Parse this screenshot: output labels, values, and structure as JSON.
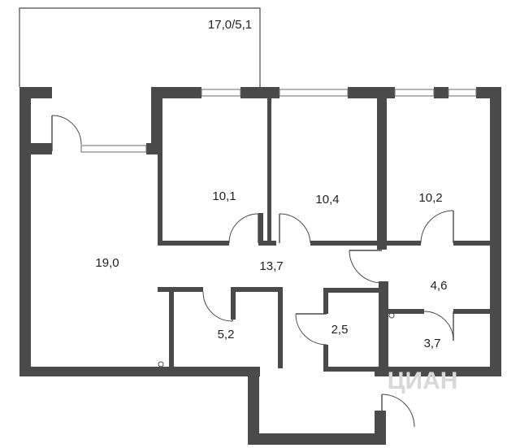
{
  "floor_plan": {
    "balcony_area": "17,0/5,1",
    "rooms": [
      {
        "id": "living",
        "area": "19,0"
      },
      {
        "id": "bedroom-1",
        "area": "10,1"
      },
      {
        "id": "bedroom-2",
        "area": "10,4"
      },
      {
        "id": "bedroom-3",
        "area": "10,2"
      },
      {
        "id": "hallway",
        "area": "13,7"
      },
      {
        "id": "storage",
        "area": "5,2"
      },
      {
        "id": "bathroom",
        "area": "4,6"
      },
      {
        "id": "toilet",
        "area": "2,5"
      },
      {
        "id": "wardrobe",
        "area": "3,7"
      }
    ],
    "watermark": "ЦИАН",
    "wall_color": "#4a4a4a"
  }
}
